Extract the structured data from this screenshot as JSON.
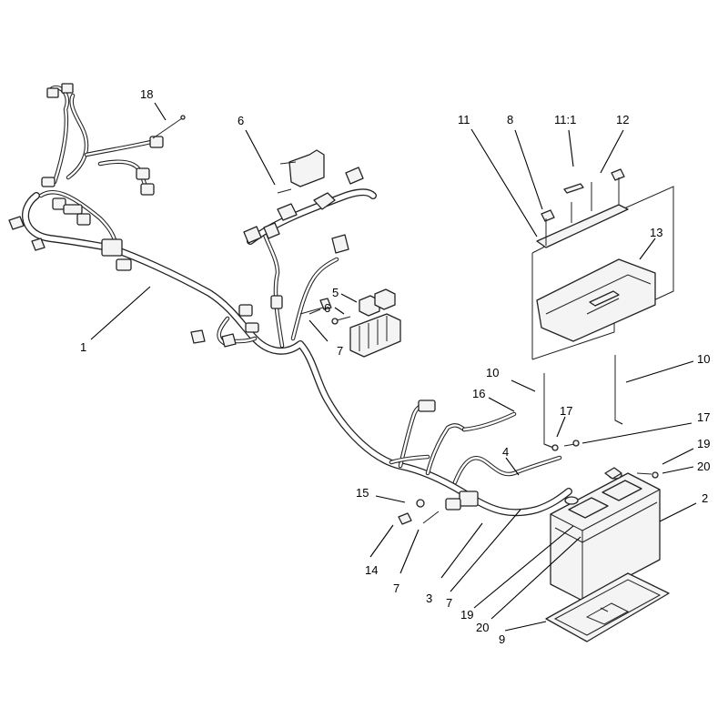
{
  "callouts": {
    "c1": "1",
    "c2": "2",
    "c3": "3",
    "c4": "4",
    "c5": "5",
    "c6a": "6",
    "c6b": "6",
    "c7a": "7",
    "c7b": "7",
    "c7c": "7",
    "c8": "8",
    "c9": "9",
    "c10a": "10",
    "c10b": "10",
    "c11": "11",
    "c11_1": "11:1",
    "c12": "12",
    "c13": "13",
    "c14": "14",
    "c15": "15",
    "c16": "16",
    "c17a": "17",
    "c17b": "17",
    "c18": "18",
    "c19a": "19",
    "c19b": "19",
    "c20a": "20",
    "c20b": "20"
  }
}
